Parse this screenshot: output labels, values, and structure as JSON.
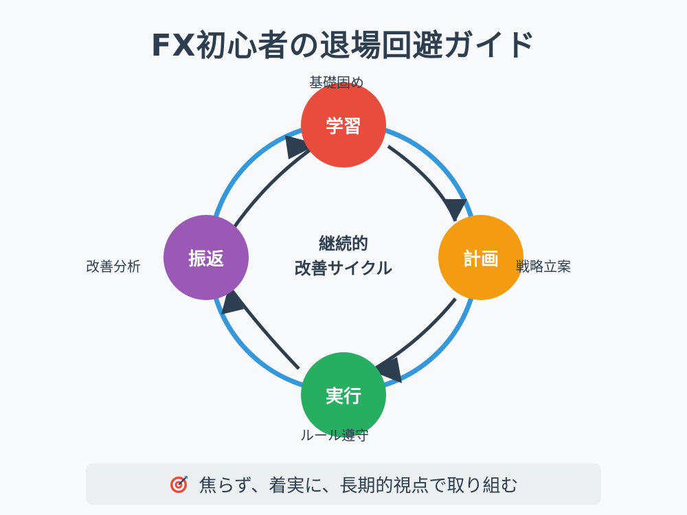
{
  "title": "FX初心者の退場回避ガイド",
  "center": {
    "line1": "継続的",
    "line2": "改善サイクル"
  },
  "steps": [
    {
      "id": "study",
      "label": "学習",
      "sub": "基礎固め",
      "color": "#e74c3c"
    },
    {
      "id": "plan",
      "label": "計画",
      "sub": "戦略立案",
      "color": "#f39c12"
    },
    {
      "id": "execute",
      "label": "実行",
      "sub": "ルール遵守",
      "color": "#27ae60"
    },
    {
      "id": "review",
      "label": "振返",
      "sub": "改善分析",
      "color": "#9b59b6"
    }
  ],
  "ring_color": "#3498db",
  "arrow_color": "#2c3e50",
  "banner": {
    "icon": "target-icon",
    "text": "焦らず、着実に、長期的視点で取り組む"
  }
}
